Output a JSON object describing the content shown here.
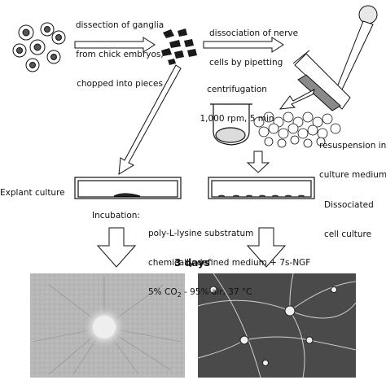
{
  "steps": {
    "dissection": [
      "dissection of ganglia",
      "from chick embryos,",
      "chopped into pieces"
    ],
    "dissociation": [
      "dissociation of nerve",
      "cells by pipetting"
    ],
    "centrifugation": [
      "centrifugation",
      "1,000 rpm, 5 min"
    ],
    "resuspension": [
      "resuspension in",
      "culture medium"
    ]
  },
  "cultures": {
    "explant": "Explant culture",
    "dissociated": [
      "Dissociated",
      "cell culture"
    ]
  },
  "incubation": {
    "label": "Incubation:",
    "substratum": "poly-L-lysine substratum",
    "medium": "chemically-defined medium + 7s-NGF",
    "air_prefix": "5% CO",
    "air_sub": "2",
    "air_suffix": " - 95% air, 37 °C"
  },
  "duration": "3 days",
  "colors": {
    "ink": "#111111",
    "micrograph_light": "#b9b9b9",
    "micrograph_dark": "#4a4a4a"
  }
}
